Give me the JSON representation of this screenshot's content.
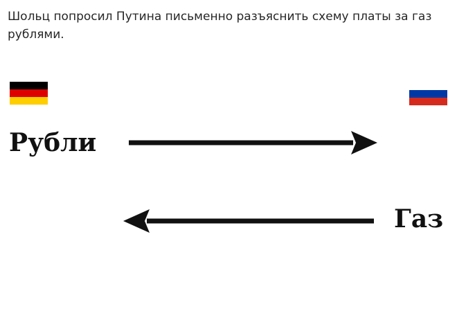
{
  "caption": "Шольц попросил Путина письменно разъяснить схему платы за газ рублями.",
  "scheme": {
    "left_label": "Рубли",
    "right_label": "Газ"
  },
  "flags": {
    "germany": {
      "stripes": [
        "#000000",
        "#dd0000",
        "#ffce00"
      ]
    },
    "russia": {
      "stripes": [
        "#ffffff",
        "#0039a6",
        "#d52b1e"
      ]
    }
  },
  "colors": {
    "arrow": "#111111",
    "text": "#262626"
  }
}
